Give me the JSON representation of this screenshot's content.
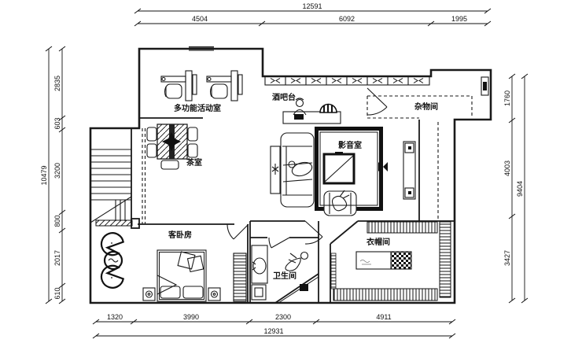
{
  "plan": {
    "rooms": {
      "activity": "多功能活动室",
      "tea": "茶室",
      "bar": "酒吧台",
      "storage": "杂物间",
      "av": "影音室",
      "bedroom": "客卧房",
      "bath": "卫生间",
      "cloak": "衣帽间"
    },
    "dims": {
      "top_total": "12591",
      "top_segments": [
        "4504",
        "6092",
        "1995"
      ],
      "left_total": "10479",
      "left_segments": [
        "2835",
        "603",
        "3200",
        "800",
        "2017",
        "610"
      ],
      "right_total": "9404",
      "right_segments": [
        "1760",
        "4003",
        "3427"
      ],
      "bottom_total": "12931",
      "bottom_segments": [
        "1320",
        "3990",
        "2300",
        "4911"
      ]
    },
    "colors": {
      "line": "#1a1a1a",
      "background": "#ffffff"
    }
  }
}
